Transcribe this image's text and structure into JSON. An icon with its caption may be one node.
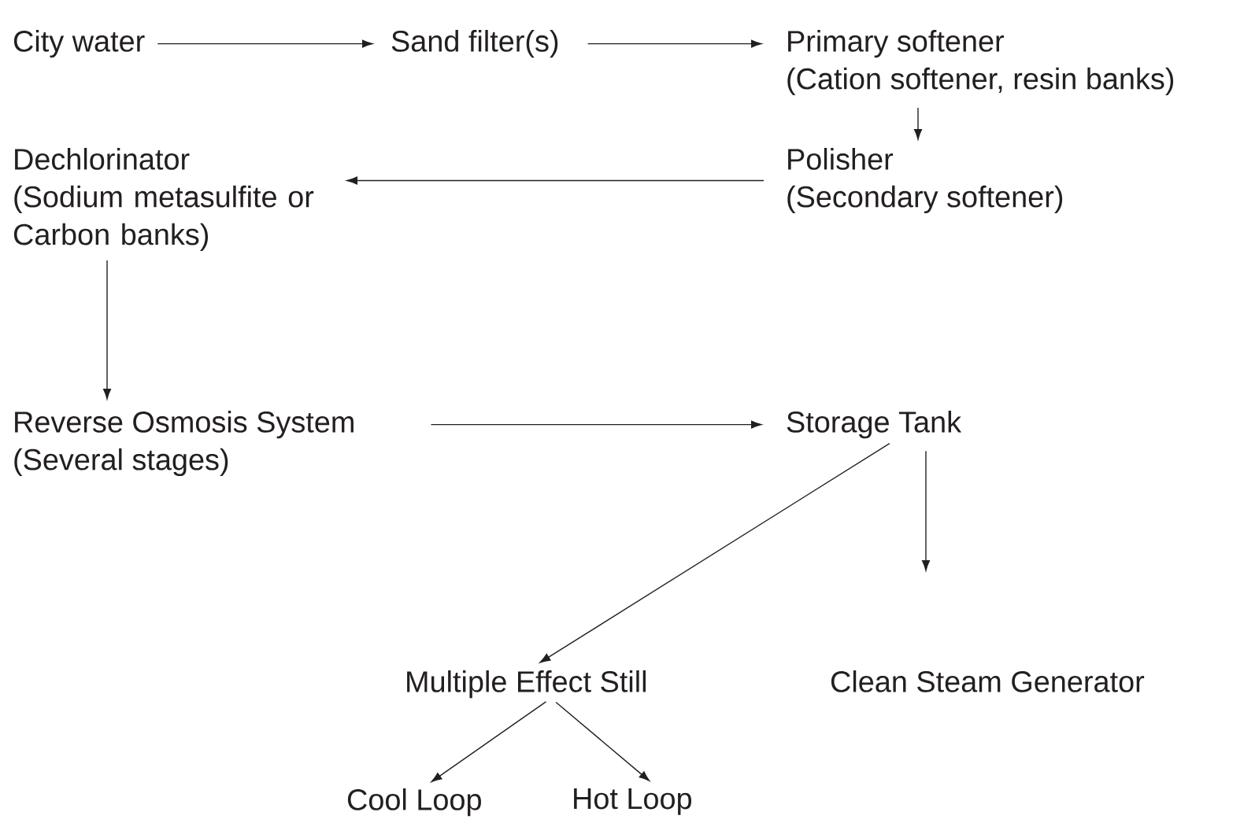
{
  "diagram": {
    "nodes": [
      {
        "text": [
          "City water"
        ]
      },
      {
        "text": [
          "Sand filter(s)"
        ]
      },
      {
        "text": [
          "Primary softener",
          "(Cation softener, resin banks)"
        ]
      },
      {
        "text": [
          "Polisher",
          "(Secondary softener)"
        ]
      },
      {
        "text": [
          "Dechlorinator",
          "(Sodium metasulfite or Carbon banks)"
        ]
      },
      {
        "text": [
          "Reverse Osmosis System",
          "(Several stages)"
        ]
      },
      {
        "text": [
          "Storage Tank"
        ]
      },
      {
        "text": [
          "Multiple Effect Still"
        ]
      },
      {
        "text": [
          "Clean Steam Generator"
        ]
      },
      {
        "text": [
          "Cool Loop"
        ]
      },
      {
        "text": [
          "Hot Loop"
        ]
      }
    ],
    "edges": [
      {
        "from": 0,
        "to": 1,
        "arrow": "to"
      },
      {
        "from": 1,
        "to": 2,
        "arrow": "to"
      },
      {
        "from": 2,
        "to": 3,
        "arrow": "to"
      },
      {
        "from": 3,
        "to": 4,
        "arrow": "to"
      },
      {
        "from": 4,
        "to": 5,
        "arrow": "to"
      },
      {
        "from": 5,
        "to": 6,
        "arrow": "to"
      },
      {
        "from": 6,
        "to": 7,
        "arrow": "to"
      },
      {
        "from": 6,
        "to": 8,
        "arrow": "to"
      },
      {
        "from": 7,
        "to": 9,
        "arrow": "to"
      },
      {
        "from": 7,
        "to": 10,
        "arrow": "to"
      }
    ]
  }
}
